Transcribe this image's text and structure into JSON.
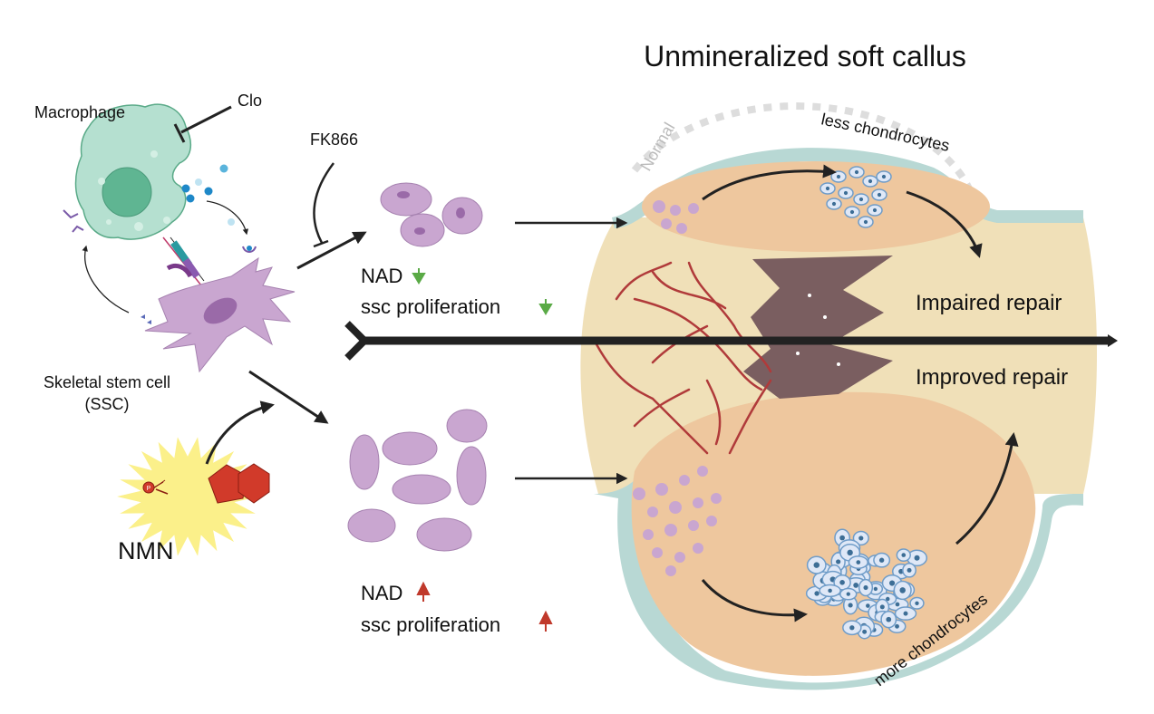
{
  "title": "Unmineralized soft callus",
  "labels": {
    "macrophage": "Macrophage",
    "clo": "Clo",
    "fk866": "FK866",
    "ssc_line1": "Skeletal stem cell",
    "ssc_line2": "(SSC)",
    "nmn": "NMN",
    "phosphate": "P",
    "normal": "Normal",
    "less_chondrocytes": "less chondrocytes",
    "more_chondrocytes": "more chondrocytes",
    "impaired_repair": "Impaired repair",
    "improved_repair": "Improved repair"
  },
  "top_branch": {
    "nad": "NAD",
    "ssc_prolif": "ssc proliferation",
    "direction": "down",
    "arrow_color": "#5aaa46"
  },
  "bottom_branch": {
    "nad": "NAD",
    "ssc_prolif": "ssc proliferation",
    "direction": "up",
    "arrow_color": "#c0392b"
  },
  "colors": {
    "macrophage_body": "#b5e0d0",
    "macrophage_nucleus": "#5fb592",
    "ssc_body": "#c9a6d0",
    "ssc_nucleus": "#9a6aa8",
    "bone": "#f0e0b8",
    "periosteum": "#b8d8d4",
    "callus": "#eec79e",
    "fracture": "#7a5e60",
    "vessel": "#b03a3a",
    "chondrocyte": "#dfe8f7",
    "chondrocyte_nucleus": "#3d6e96",
    "nmn_burst": "#fbf08a",
    "nmn_molecule": "#d13a2a",
    "arrow": "#222222",
    "normal_dashes": "#dddddd"
  }
}
